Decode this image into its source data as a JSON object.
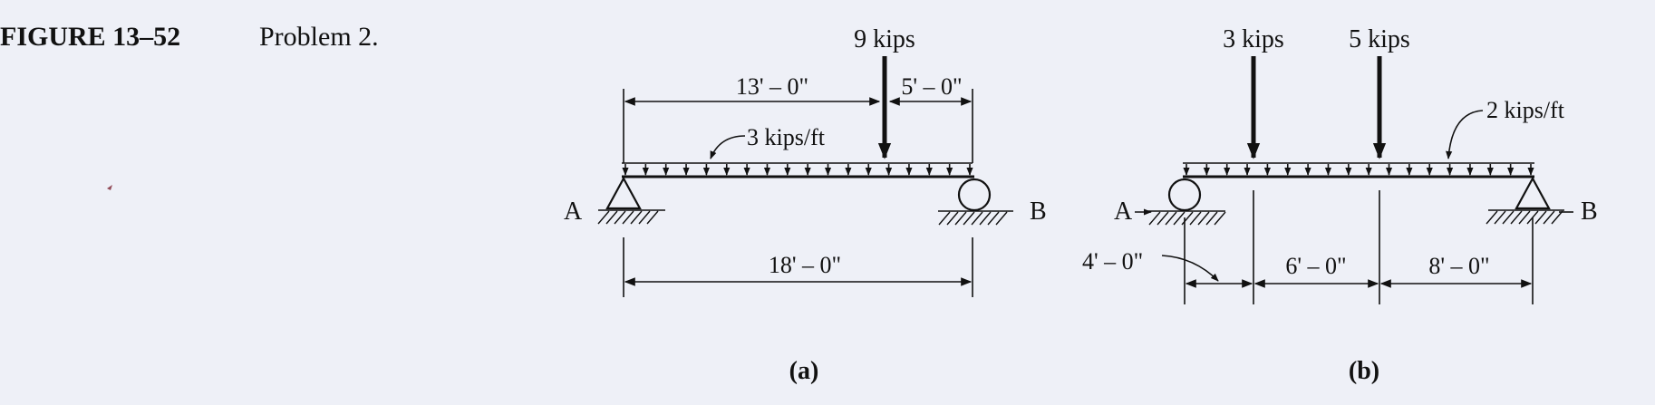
{
  "figure": {
    "number": "FIGURE 13–52",
    "title": "Problem 2."
  },
  "beam_a": {
    "part_label": "(a)",
    "point_load": "9 kips",
    "distributed_load": "3 kips/ft",
    "dim_left": "13' – 0\"",
    "dim_right": "5' – 0\"",
    "dim_total": "18' – 0\"",
    "support_left": "A",
    "support_right": "B"
  },
  "beam_b": {
    "part_label": "(b)",
    "point_load_1": "3 kips",
    "point_load_2": "5 kips",
    "distributed_load": "2 kips/ft",
    "dim_1": "4' – 0\"",
    "dim_2": "6' – 0\"",
    "dim_3": "8' – 0\"",
    "support_left": "A",
    "support_right": "B"
  },
  "colors": {
    "background": "#eef0f7",
    "ink": "#111111"
  }
}
